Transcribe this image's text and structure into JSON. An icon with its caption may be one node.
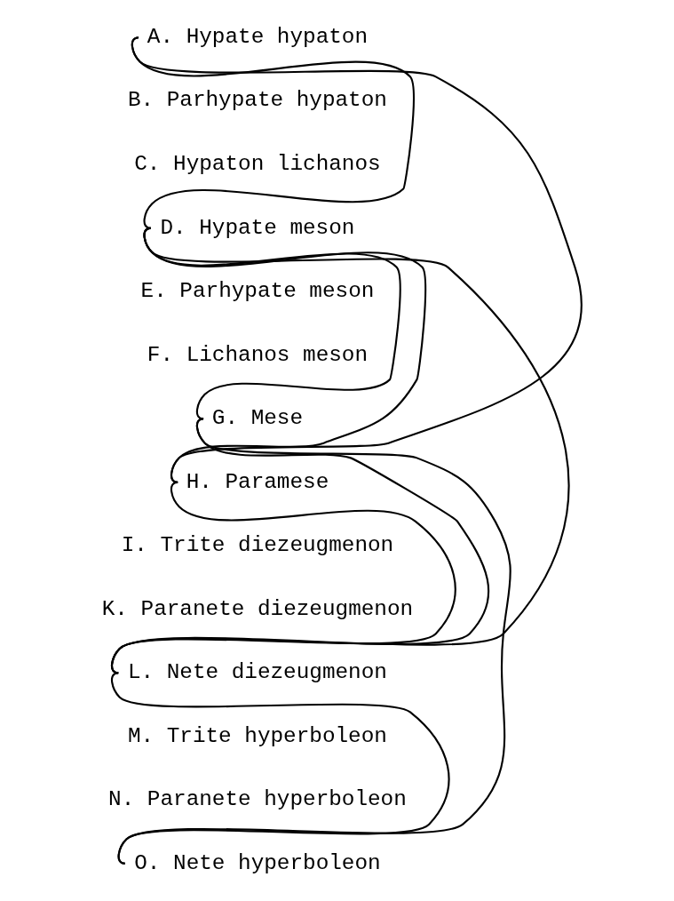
{
  "diagram": {
    "nodes": [
      {
        "text": [
          "A. Hypate hypaton"
        ]
      },
      {
        "text": [
          "B. Parhypate hypaton"
        ]
      },
      {
        "text": [
          "C. Hypaton lichanos"
        ]
      },
      {
        "text": [
          "D. Hypate meson"
        ]
      },
      {
        "text": [
          "E. Parhypate meson"
        ]
      },
      {
        "text": [
          "F. Lichanos meson"
        ]
      },
      {
        "text": [
          "G. Mese"
        ]
      },
      {
        "text": [
          "H. Paramese"
        ]
      },
      {
        "text": [
          "I. Trite diezeugmenon"
        ]
      },
      {
        "text": [
          "K. Paranete diezeugmenon"
        ]
      },
      {
        "text": [
          "L. Nete diezeugmenon"
        ]
      },
      {
        "text": [
          "M. Trite hyperboleon"
        ]
      },
      {
        "text": [
          "N. Paranete hyperboleon"
        ]
      },
      {
        "text": [
          "O. Nete hyperboleon"
        ]
      }
    ],
    "edges": [
      {
        "from": 0,
        "to": 3,
        "arrow": "none"
      },
      {
        "from": 0,
        "to": 7,
        "arrow": "none"
      },
      {
        "from": 3,
        "to": 6,
        "arrow": "none"
      },
      {
        "from": 3,
        "to": 7,
        "arrow": "none"
      },
      {
        "from": 3,
        "to": 10,
        "arrow": "none"
      },
      {
        "from": 6,
        "to": 10,
        "arrow": "none"
      },
      {
        "from": 6,
        "to": 13,
        "arrow": "none"
      },
      {
        "from": 7,
        "to": 10,
        "arrow": "none"
      },
      {
        "from": 10,
        "to": 13,
        "arrow": "none"
      }
    ]
  }
}
